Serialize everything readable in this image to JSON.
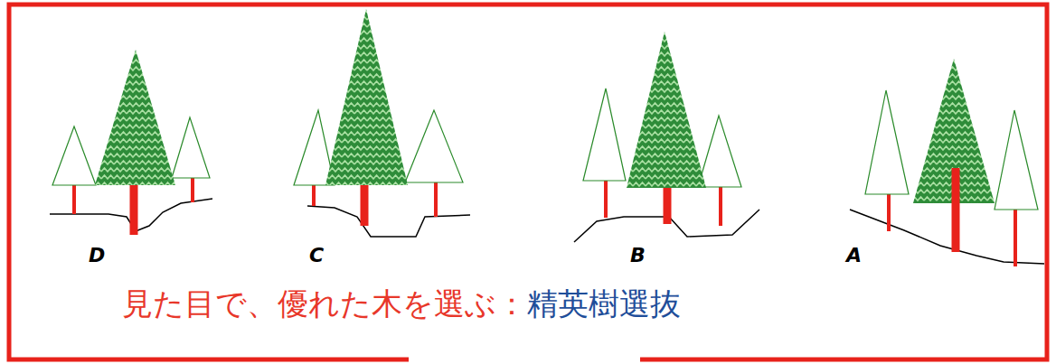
{
  "diagram": {
    "labels": [
      "D",
      "C",
      "B",
      "A",
      "見た目で、優れた木を選ぶ：",
      "精英樹選抜"
    ]
  }
}
